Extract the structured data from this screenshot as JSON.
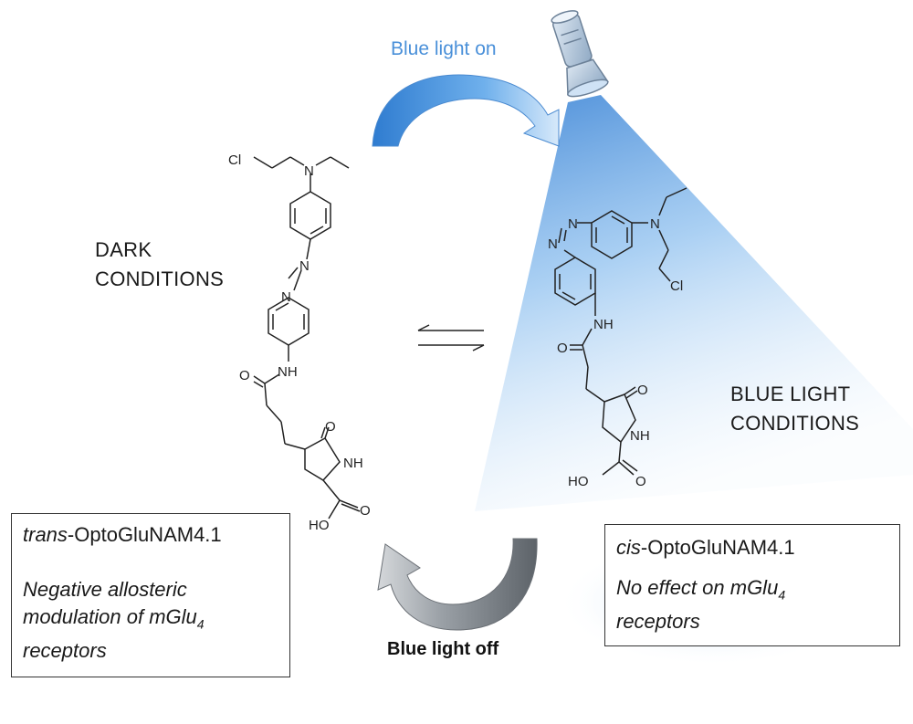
{
  "arrows": {
    "on_label": "Blue light on",
    "off_label": "Blue light off"
  },
  "conditions": {
    "dark": [
      "DARK",
      "CONDITIONS"
    ],
    "blue": [
      "BLUE LIGHT",
      "CONDITIONS"
    ]
  },
  "trans_box": {
    "prefix": "trans",
    "name": "-OptoGluNAM4.1",
    "effect_line1": "Negative allosteric",
    "effect_line2": "modulation of mGlu",
    "effect_sub": "4",
    "effect_line3": "receptors"
  },
  "cis_box": {
    "prefix": "cis",
    "name": "-OptoGluNAM4.1",
    "effect_line1": "No effect on mGlu",
    "effect_sub": "4",
    "effect_line2": "receptors"
  },
  "atoms": {
    "cl": "Cl",
    "n": "N",
    "nh": "NH",
    "o": "O",
    "ho": "HO"
  },
  "colors": {
    "blue_light": "#4a90d9",
    "beam": "#5aa0e6",
    "gray_arrow": "#8a8f96"
  },
  "icons": [
    "flashlight-icon",
    "curved-arrow-icon"
  ]
}
